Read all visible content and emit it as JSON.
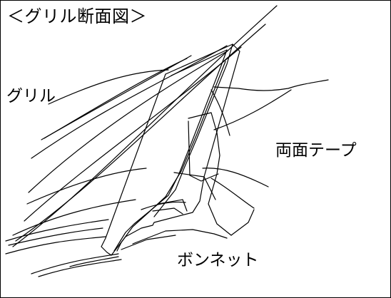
{
  "title": "＜グリル断面図＞",
  "labels": {
    "grille": "グリル",
    "double_sided_tape": "両面テープ",
    "bonnet": "ボンネット"
  }
}
